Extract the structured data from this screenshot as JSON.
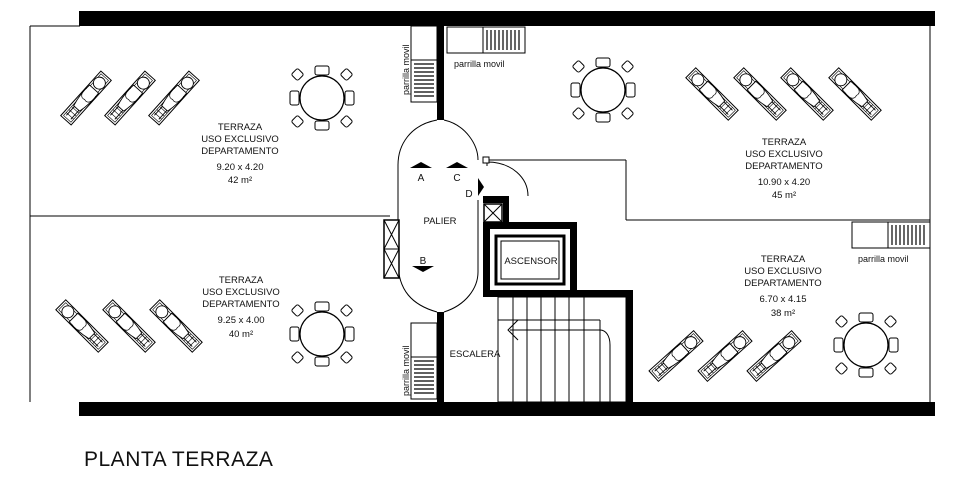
{
  "title": "PLANTA TERRAZA",
  "rooms": {
    "terraza_nw": {
      "line1": "TERRAZA",
      "line2": "USO EXCLUSIVO",
      "line3": "DEPARTAMENTO",
      "dims": "9.20 x 4.20",
      "area": "42 m²"
    },
    "terraza_ne": {
      "line1": "TERRAZA",
      "line2": "USO EXCLUSIVO",
      "line3": "DEPARTAMENTO",
      "dims": "10.90 x 4.20",
      "area": "45 m²"
    },
    "terraza_sw": {
      "line1": "TERRAZA",
      "line2": "USO EXCLUSIVO",
      "line3": "DEPARTAMENTO",
      "dims": "9.25 x 4.00",
      "area": "40 m²"
    },
    "terraza_se": {
      "line1": "TERRAZA",
      "line2": "USO EXCLUSIVO",
      "line3": "DEPARTAMENTO",
      "dims": "6.70 x 4.15",
      "area": "38 m²"
    }
  },
  "core": {
    "palier": "PALIER",
    "ascensor": "ASCENSOR",
    "escalera": "ESCALERA",
    "door_a": "A",
    "door_b": "B",
    "door_c": "C",
    "door_d": "D"
  },
  "parrillas": {
    "top_label": "parrilla movil",
    "right_label": "parrilla movil",
    "vertical_top": "parrilla movil",
    "vertical_bottom": "parrilla movil"
  }
}
